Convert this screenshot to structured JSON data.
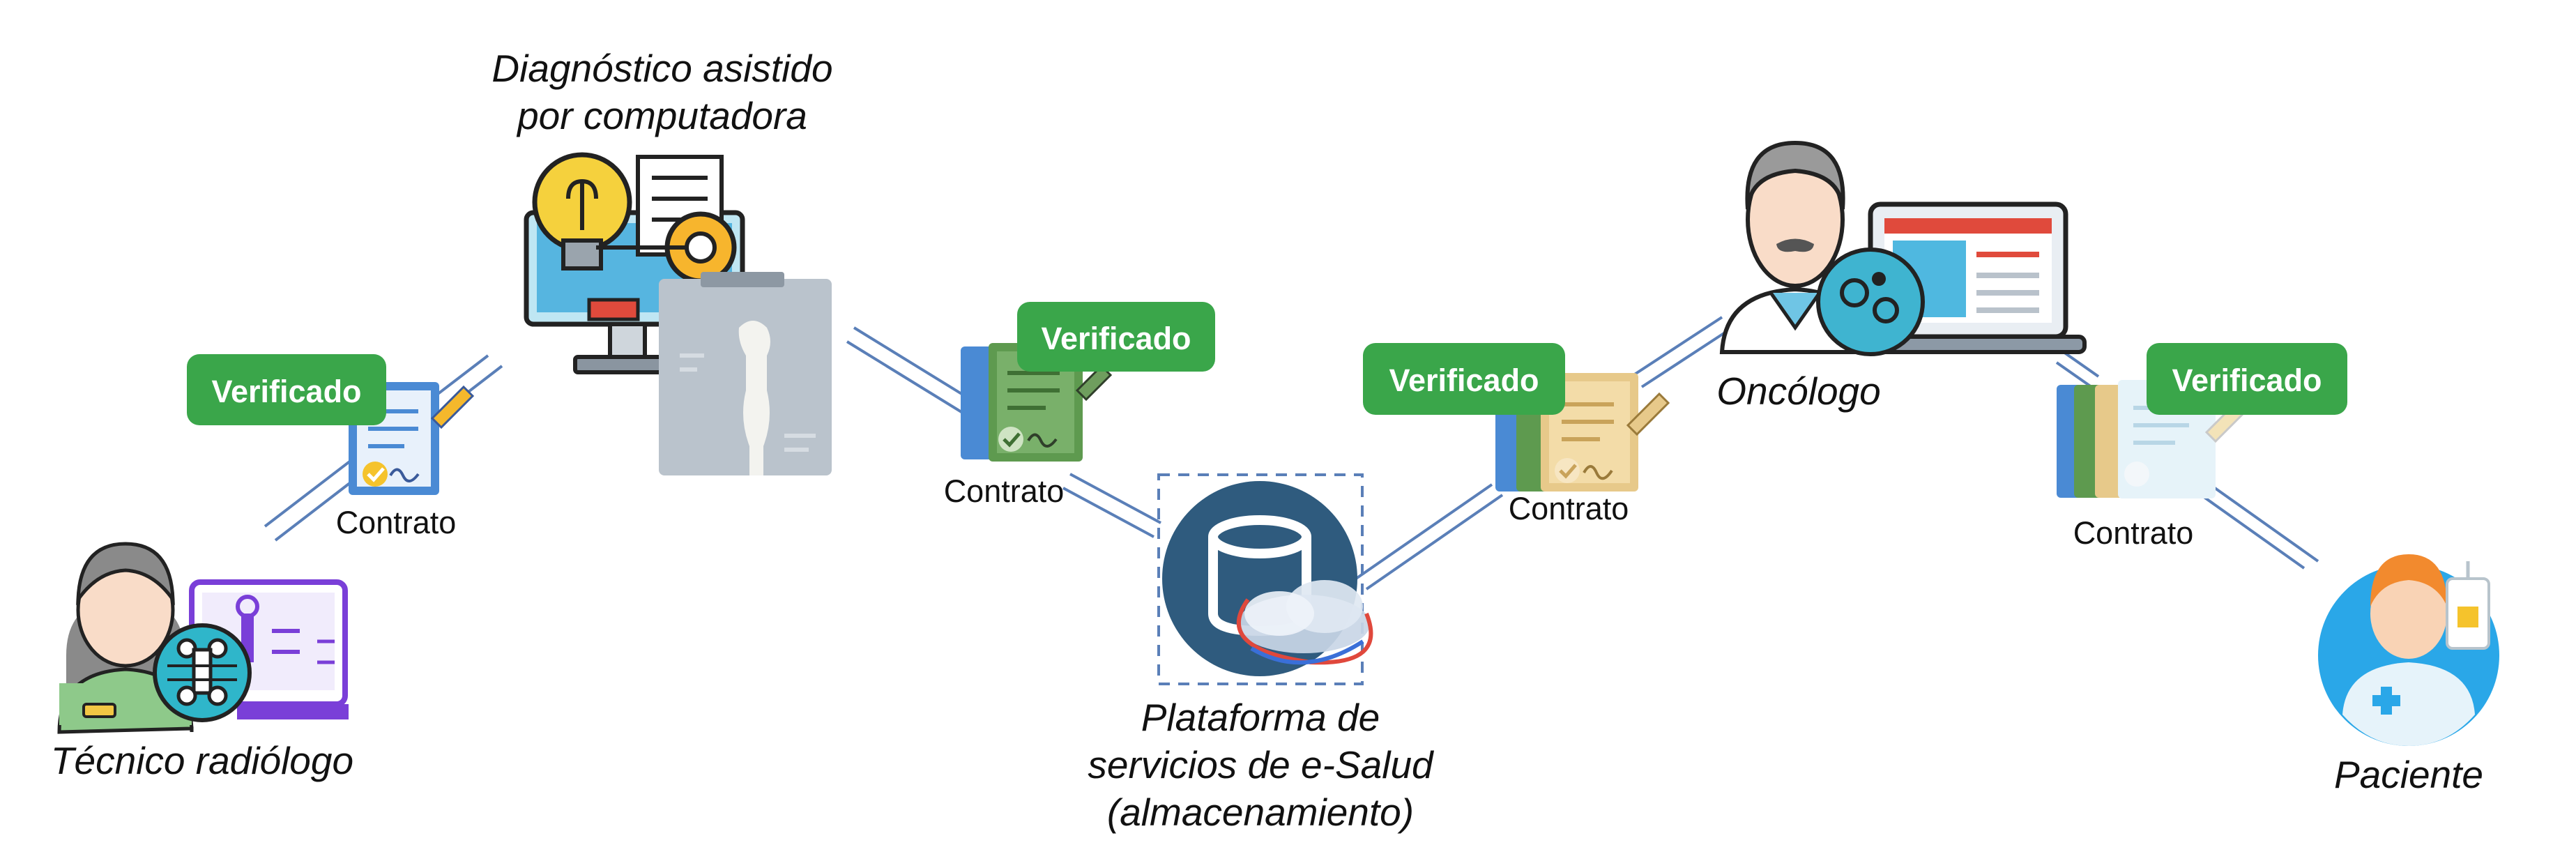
{
  "nodes": {
    "tecnico": "Técnico radiólogo",
    "diagnostico_line1": "Diagnóstico asistido",
    "diagnostico_line2": "por computadora",
    "plataforma_line1": "Plataforma de",
    "plataforma_line2": "servicios de e-Salud",
    "plataforma_line3": "(almacenamiento)",
    "oncologo": "Oncólogo",
    "paciente": "Paciente"
  },
  "contracts": [
    {
      "badge": "Verificado",
      "label": "Contrato"
    },
    {
      "badge": "Verificado",
      "label": "Contrato"
    },
    {
      "badge": "Verificado",
      "label": "Contrato"
    },
    {
      "badge": "Verificado",
      "label": "Contrato"
    }
  ],
  "colors": {
    "badge": "#3aa64a",
    "connector": "#5a7fb8",
    "db": "#2f5b7e",
    "doc_blue": "#4a8ad4",
    "doc_green": "#5e9a4f",
    "doc_tan": "#e7c98a"
  },
  "icons": [
    "radiologist-icon",
    "cad-computer-icon",
    "xray-film-icon",
    "database-cloud-icon",
    "oncologist-icon",
    "laptop-virus-icon",
    "patient-icon"
  ]
}
